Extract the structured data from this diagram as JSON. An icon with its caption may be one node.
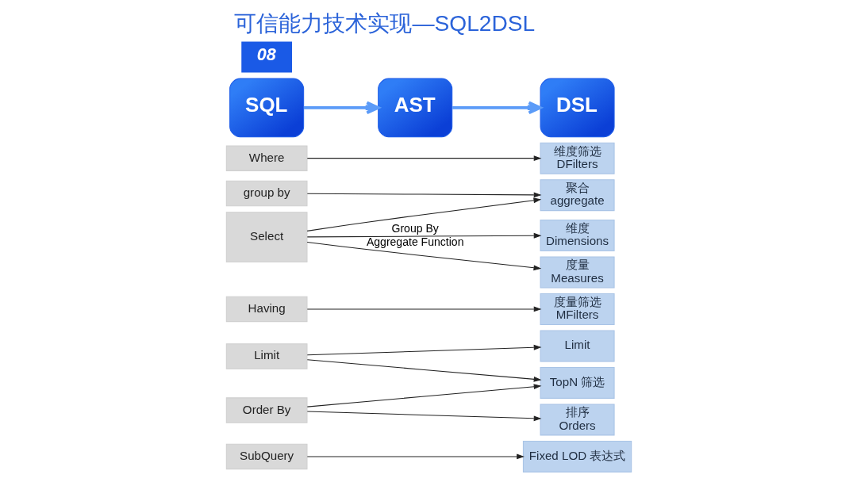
{
  "diagram": {
    "title": "可信能力技术实现—SQL2DSL",
    "nodes": [
      {
        "text": [
          "SQL"
        ]
      },
      {
        "text": [
          "AST"
        ]
      },
      {
        "text": [
          "DSL"
        ]
      },
      {
        "text": [
          "Select"
        ]
      },
      {
        "text": [
          "Where"
        ]
      },
      {
        "text": [
          "group by"
        ]
      },
      {
        "text": [
          "Having"
        ]
      },
      {
        "text": [
          "Order By"
        ]
      },
      {
        "text": [
          "Limit"
        ]
      },
      {
        "text": [
          "SubQuery"
        ]
      },
      {
        "text": [
          "度量",
          "Measures"
        ]
      },
      {
        "text": [
          "维度",
          "Dimensions"
        ]
      },
      {
        "text": [
          "维度筛选",
          "DFilters"
        ]
      },
      {
        "text": [
          "聚合",
          "aggregate"
        ]
      },
      {
        "text": [
          "度量筛选",
          "MFilters"
        ]
      },
      {
        "text": [
          "排序",
          "Orders"
        ]
      },
      {
        "text": [
          "TopN 筛选"
        ]
      },
      {
        "text": [
          "Limit"
        ]
      },
      {
        "text": [
          "Fixed LOD 表达式"
        ]
      }
    ],
    "edges": [
      {
        "from": 0,
        "to": 1,
        "arrow": "to",
        "style": "thick",
        "color": "#5b9bf8"
      },
      {
        "from": 1,
        "to": 2,
        "arrow": "to",
        "style": "thick",
        "color": "#5b9bf8"
      },
      {
        "from": 3,
        "to": 10,
        "arrow": "to",
        "label": "Aggregate Function"
      },
      {
        "from": 3,
        "to": 11,
        "arrow": "to",
        "label": "Group By"
      },
      {
        "from": 3,
        "to": 13,
        "arrow": "to"
      },
      {
        "from": 4,
        "to": 12,
        "arrow": "to"
      },
      {
        "from": 5,
        "to": 13,
        "arrow": "to"
      },
      {
        "from": 6,
        "to": 14,
        "arrow": "to"
      },
      {
        "from": 7,
        "to": 15,
        "arrow": "to"
      },
      {
        "from": 7,
        "to": 16,
        "arrow": "to"
      },
      {
        "from": 8,
        "to": 16,
        "arrow": "to"
      },
      {
        "from": 8,
        "to": 17,
        "arrow": "to"
      },
      {
        "from": 9,
        "to": 18,
        "arrow": "to"
      }
    ],
    "labels": [
      "08"
    ]
  }
}
